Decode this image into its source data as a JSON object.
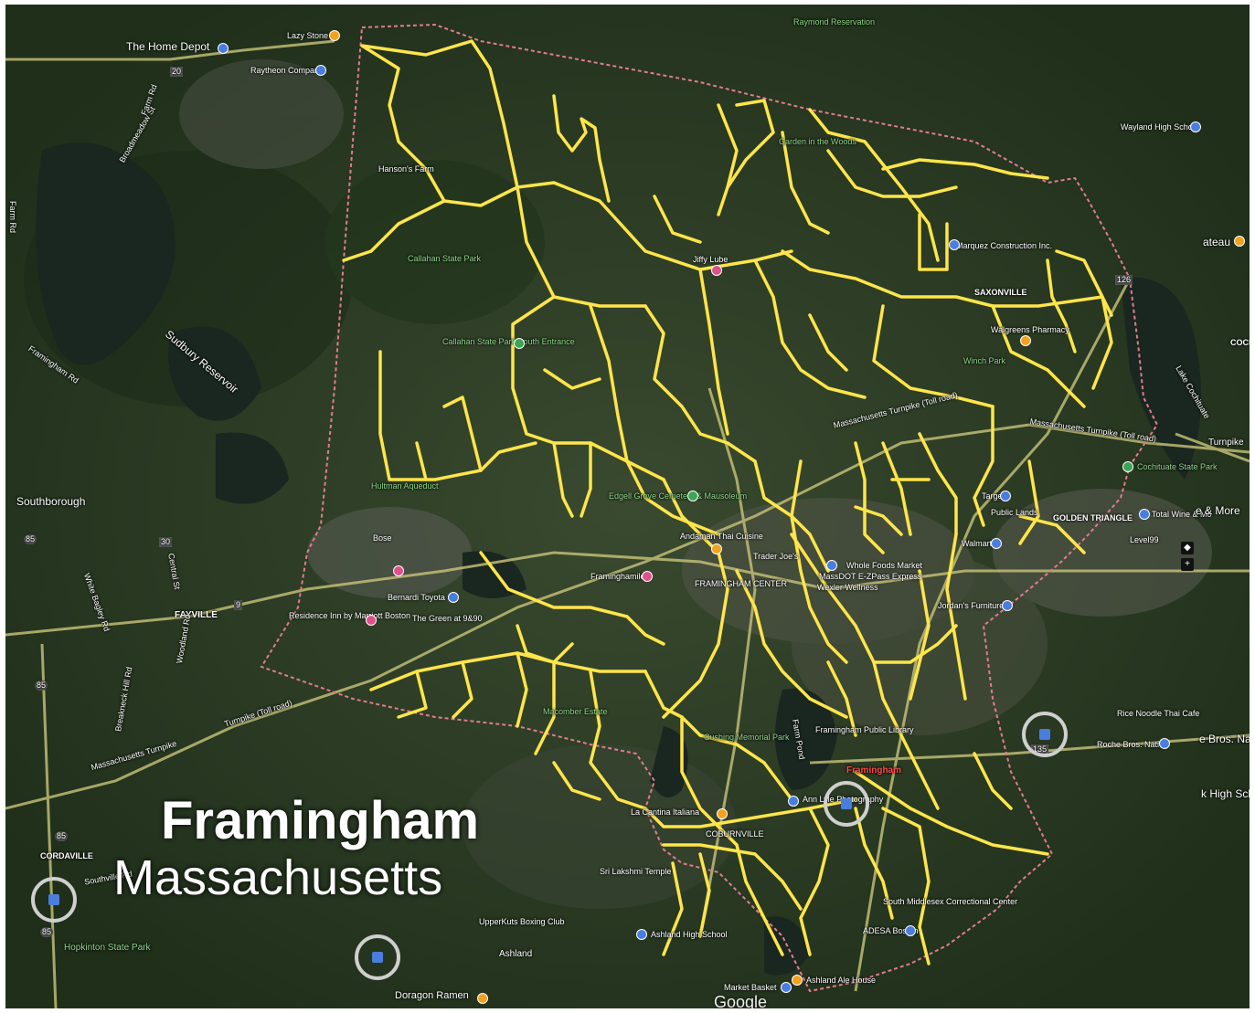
{
  "title": {
    "main": "Framingham",
    "sub": "Massachusetts"
  },
  "colors": {
    "boundary": "#e07c8e",
    "highlighted_roads": "#ffe54a",
    "major_roads": "#c9c47a",
    "forest": "#23361d",
    "water": "#1e2a22",
    "ring": "#cfcfcf"
  },
  "places": {
    "home_depot": "The Home Depot",
    "lazy_stone": "Lazy Stone",
    "raytheon": "Raytheon Company",
    "raymond": "Raymond Reservation",
    "hansons": "Hanson's Farm",
    "callahan": "Callahan State Park",
    "callahan_south": "Callahan State Park South Entrance",
    "sudbury": "Sudbury Reservoir",
    "southborough": "Southborough",
    "fayville": "FAYVILLE",
    "cordaville": "CORDAVILLE",
    "hopkinton": "Hopkinton State Park",
    "ashland": "Ashland",
    "hultman": "Hultman Aqueduct",
    "bose": "Bose",
    "residence_inn": "Residence Inn by Marriott Boston",
    "green_9090": "The Green at 9&90",
    "bernardi": "Bernardi Toyota",
    "macomber": "Macomber Estate",
    "edgell": "Edgell Grove Cemetery & Mausoleum",
    "andaman": "Andaman Thai Cuisine",
    "framinghamiler": "Framinghamiler",
    "framingham_center": "FRAMINGHAM CENTER",
    "trader_joes": "Trader Joe's",
    "whole_foods": "Whole Foods Market",
    "massdot": "MassDOT E-ZPass Express",
    "wexler": "Wexler Wellness",
    "cushing": "Cushing Memorial Park",
    "farm_pond": "Farm Pond",
    "library": "Framingham Public Library",
    "framingham": "Framingham",
    "ann_lyle": "Ann Lyle Photography",
    "la_cantina": "La Cantina Italiana",
    "coburnville": "COBURNVILLE",
    "sri_lakshmi": "Sri Lakshmi Temple",
    "upperkuts": "UpperKuts Boxing Club",
    "ashland_high": "Ashland High School",
    "south_middlesex": "South Middlesex Correctional Center",
    "adesa": "ADESA Boston",
    "market_basket": "Market Basket",
    "ashland_ale": "Ashland Ale House",
    "dorageon": "Doragon Ramen",
    "garden_woods": "Garden in the Woods",
    "jiffy_lube": "Jiffy Lube",
    "marquez": "Marquez Construction Inc.",
    "saxonville": "SAXONVILLE",
    "walgreens": "Walgreens Pharmacy",
    "winch": "Winch Park",
    "wayland_high": "Wayland High School",
    "cochituate_sp": "Cochituate State Park",
    "target": "Target",
    "public_lands": "Public Lands",
    "walmart": "Walmart",
    "golden_triangle": "GOLDEN TRIANGLE",
    "total_wine": "Total Wine & Mo",
    "more": "e & More",
    "level99": "Level99",
    "jordans": "Jordan's Furniture",
    "rice_noodle": "Rice Noodle Thai Cafe",
    "roche_bros": "Roche Bros. Natick",
    "bros_na": "e Bros. Na",
    "k_high": "k High Sch",
    "chateau": "ateau",
    "cochit": "COCH",
    "lake_cochituate": "Lake Cochituate",
    "massdot_turnpike_top": "Massachusetts Turnpike (Toll road)",
    "mass_turnpike_right": "Massachusetts Turnpike (Toll road)",
    "turnpike": "Turnpike",
    "mass_turnpike_left": "Massachusetts Turnpike",
    "mass_turnpike_left2": "Turnpike (Toll road)",
    "southville": "Southville Rd",
    "broadmeadow": "Broadmeadow St",
    "farm_rd": "Farm Rd",
    "farm_rd2": "Farm Rd",
    "framingham_rd": "Framingham Rd",
    "central_st": "Central St",
    "white_bagley": "White Bagley Rd",
    "breakneck": "Breakneck Hill Rd",
    "woodland": "Woodland Rd"
  },
  "routes": {
    "r20": "20",
    "r30": "30",
    "r85a": "85",
    "r85b": "85",
    "r85c": "85",
    "r85d": "85",
    "r9": "9",
    "r135": "135",
    "r126": "126"
  },
  "attribution": "Google"
}
